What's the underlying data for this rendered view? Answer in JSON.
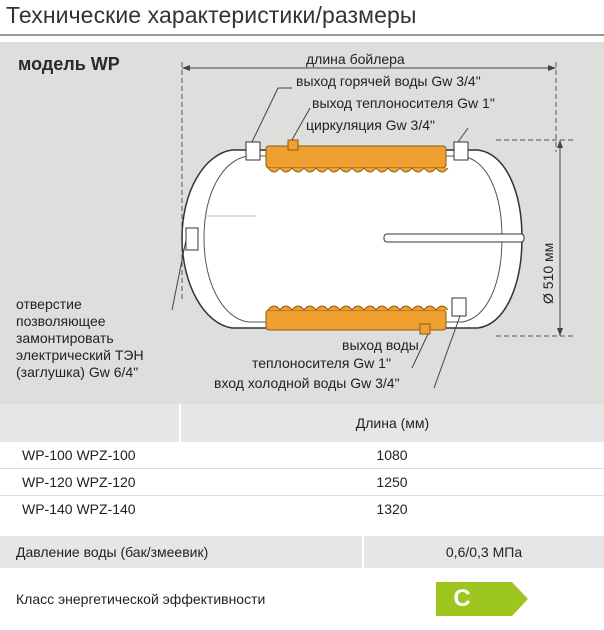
{
  "title": "Технические характеристики/размеры",
  "diagram": {
    "model_label": "модель WP",
    "labels": {
      "boiler_length": "длина бойлера",
      "hot_water_outlet": "выход горячей воды Gw 3/4\"",
      "heat_carrier_outlet": "выход теплоносителя Gw 1\"",
      "circulation": "циркуляция Gw 3/4\"",
      "water_outlet": "выход воды",
      "heat_carrier_outlet_bottom": "теплоносителя Gw 1\"",
      "cold_water_inlet": "вход холодной воды Gw 3/4\"",
      "diameter": "Ø 510 мм"
    },
    "heater_note": "отверстие\nпозволяющее\nзамонтировать\nэлектрический ТЭН\n(заглушка) Gw 6/4\""
  },
  "length_table": {
    "header": "Длина (мм)",
    "rows": [
      {
        "model": "WP-100  WPZ-100",
        "length": "1080"
      },
      {
        "model": "WP-120  WPZ-120",
        "length": "1250"
      },
      {
        "model": "WP-140  WPZ-140",
        "length": "1320"
      }
    ]
  },
  "specs": [
    {
      "key": "Давление воды (бак/змеевик)",
      "value": "0,6/0,3 МПа"
    },
    {
      "key": "Класс энергетической эффективности",
      "value": "C"
    }
  ],
  "colors": {
    "energy_class": "#9dc61f",
    "coil": "#f0a030",
    "tank": "#ffffff",
    "background": "#dededd"
  }
}
